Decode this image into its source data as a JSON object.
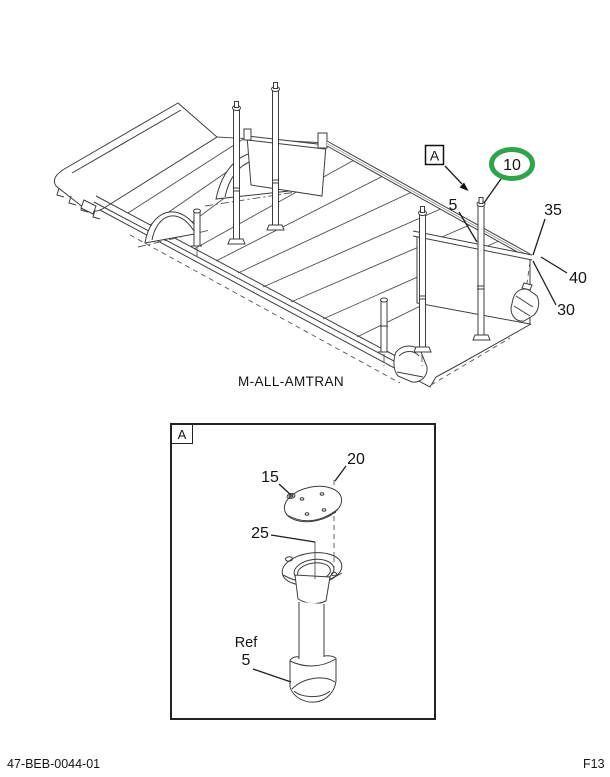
{
  "figure": {
    "doc_number": "47-BEB-0044-01",
    "page_ref": "F13"
  },
  "main_view": {
    "caption": "M-ALL-AMTRAN",
    "detail_marker": "A",
    "highlight_color": "#2fa44d",
    "callouts": {
      "item10": "10",
      "item5": "5",
      "item35": "35",
      "item40": "40",
      "item30": "30"
    }
  },
  "detail_view": {
    "marker": "A",
    "callouts": {
      "item15": "15",
      "item20": "20",
      "item25": "25"
    },
    "ref_label": "Ref",
    "ref_item": "5"
  }
}
